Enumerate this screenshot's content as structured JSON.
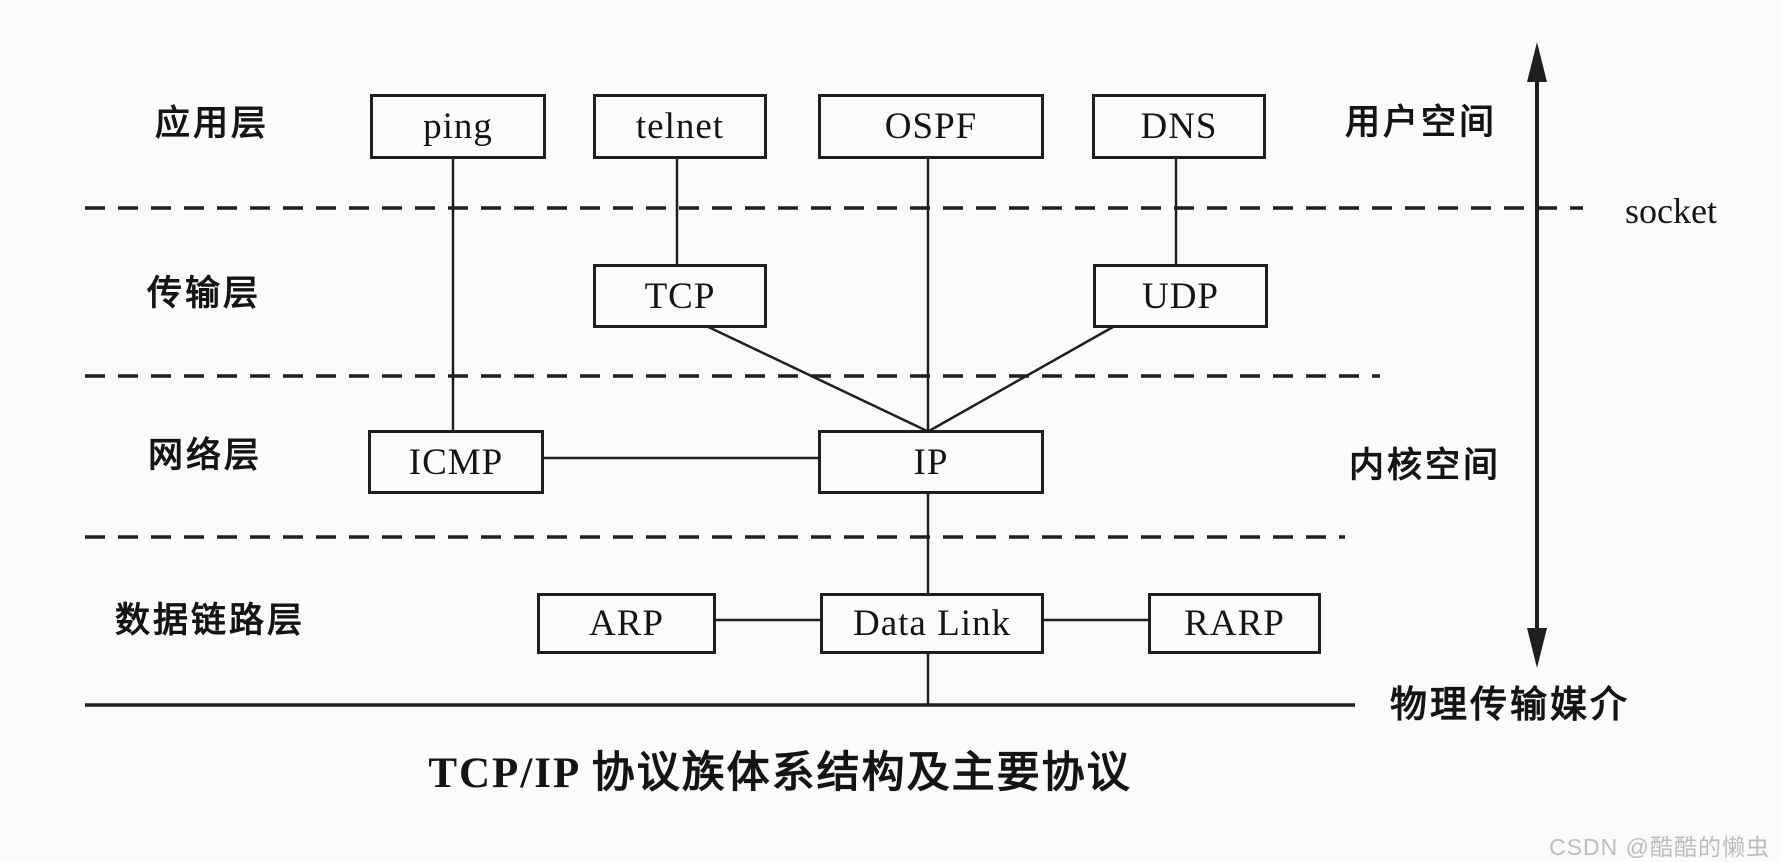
{
  "diagram": {
    "caption": "TCP/IP 协议族体系结构及主要协议",
    "layers": {
      "application": "应用层",
      "transport": "传输层",
      "network": "网络层",
      "datalink": "数据链路层"
    },
    "nodes": {
      "ping": "ping",
      "telnet": "telnet",
      "ospf": "OSPF",
      "dns": "DNS",
      "tcp": "TCP",
      "udp": "UDP",
      "icmp": "ICMP",
      "ip": "IP",
      "arp": "ARP",
      "datalink": "Data Link",
      "rarp": "RARP"
    },
    "annotations": {
      "user_space": "用户空间",
      "kernel_space": "内核空间",
      "socket": "socket",
      "physical_medium": "物理传输媒介"
    },
    "watermark": "CSDN @酷酷的懒虫",
    "colors": {
      "line": "#1f1f1f",
      "box_border": "#1f1f1f",
      "text": "#141414",
      "watermark": "#bcbcbc",
      "background": "#fbfbfa"
    }
  }
}
